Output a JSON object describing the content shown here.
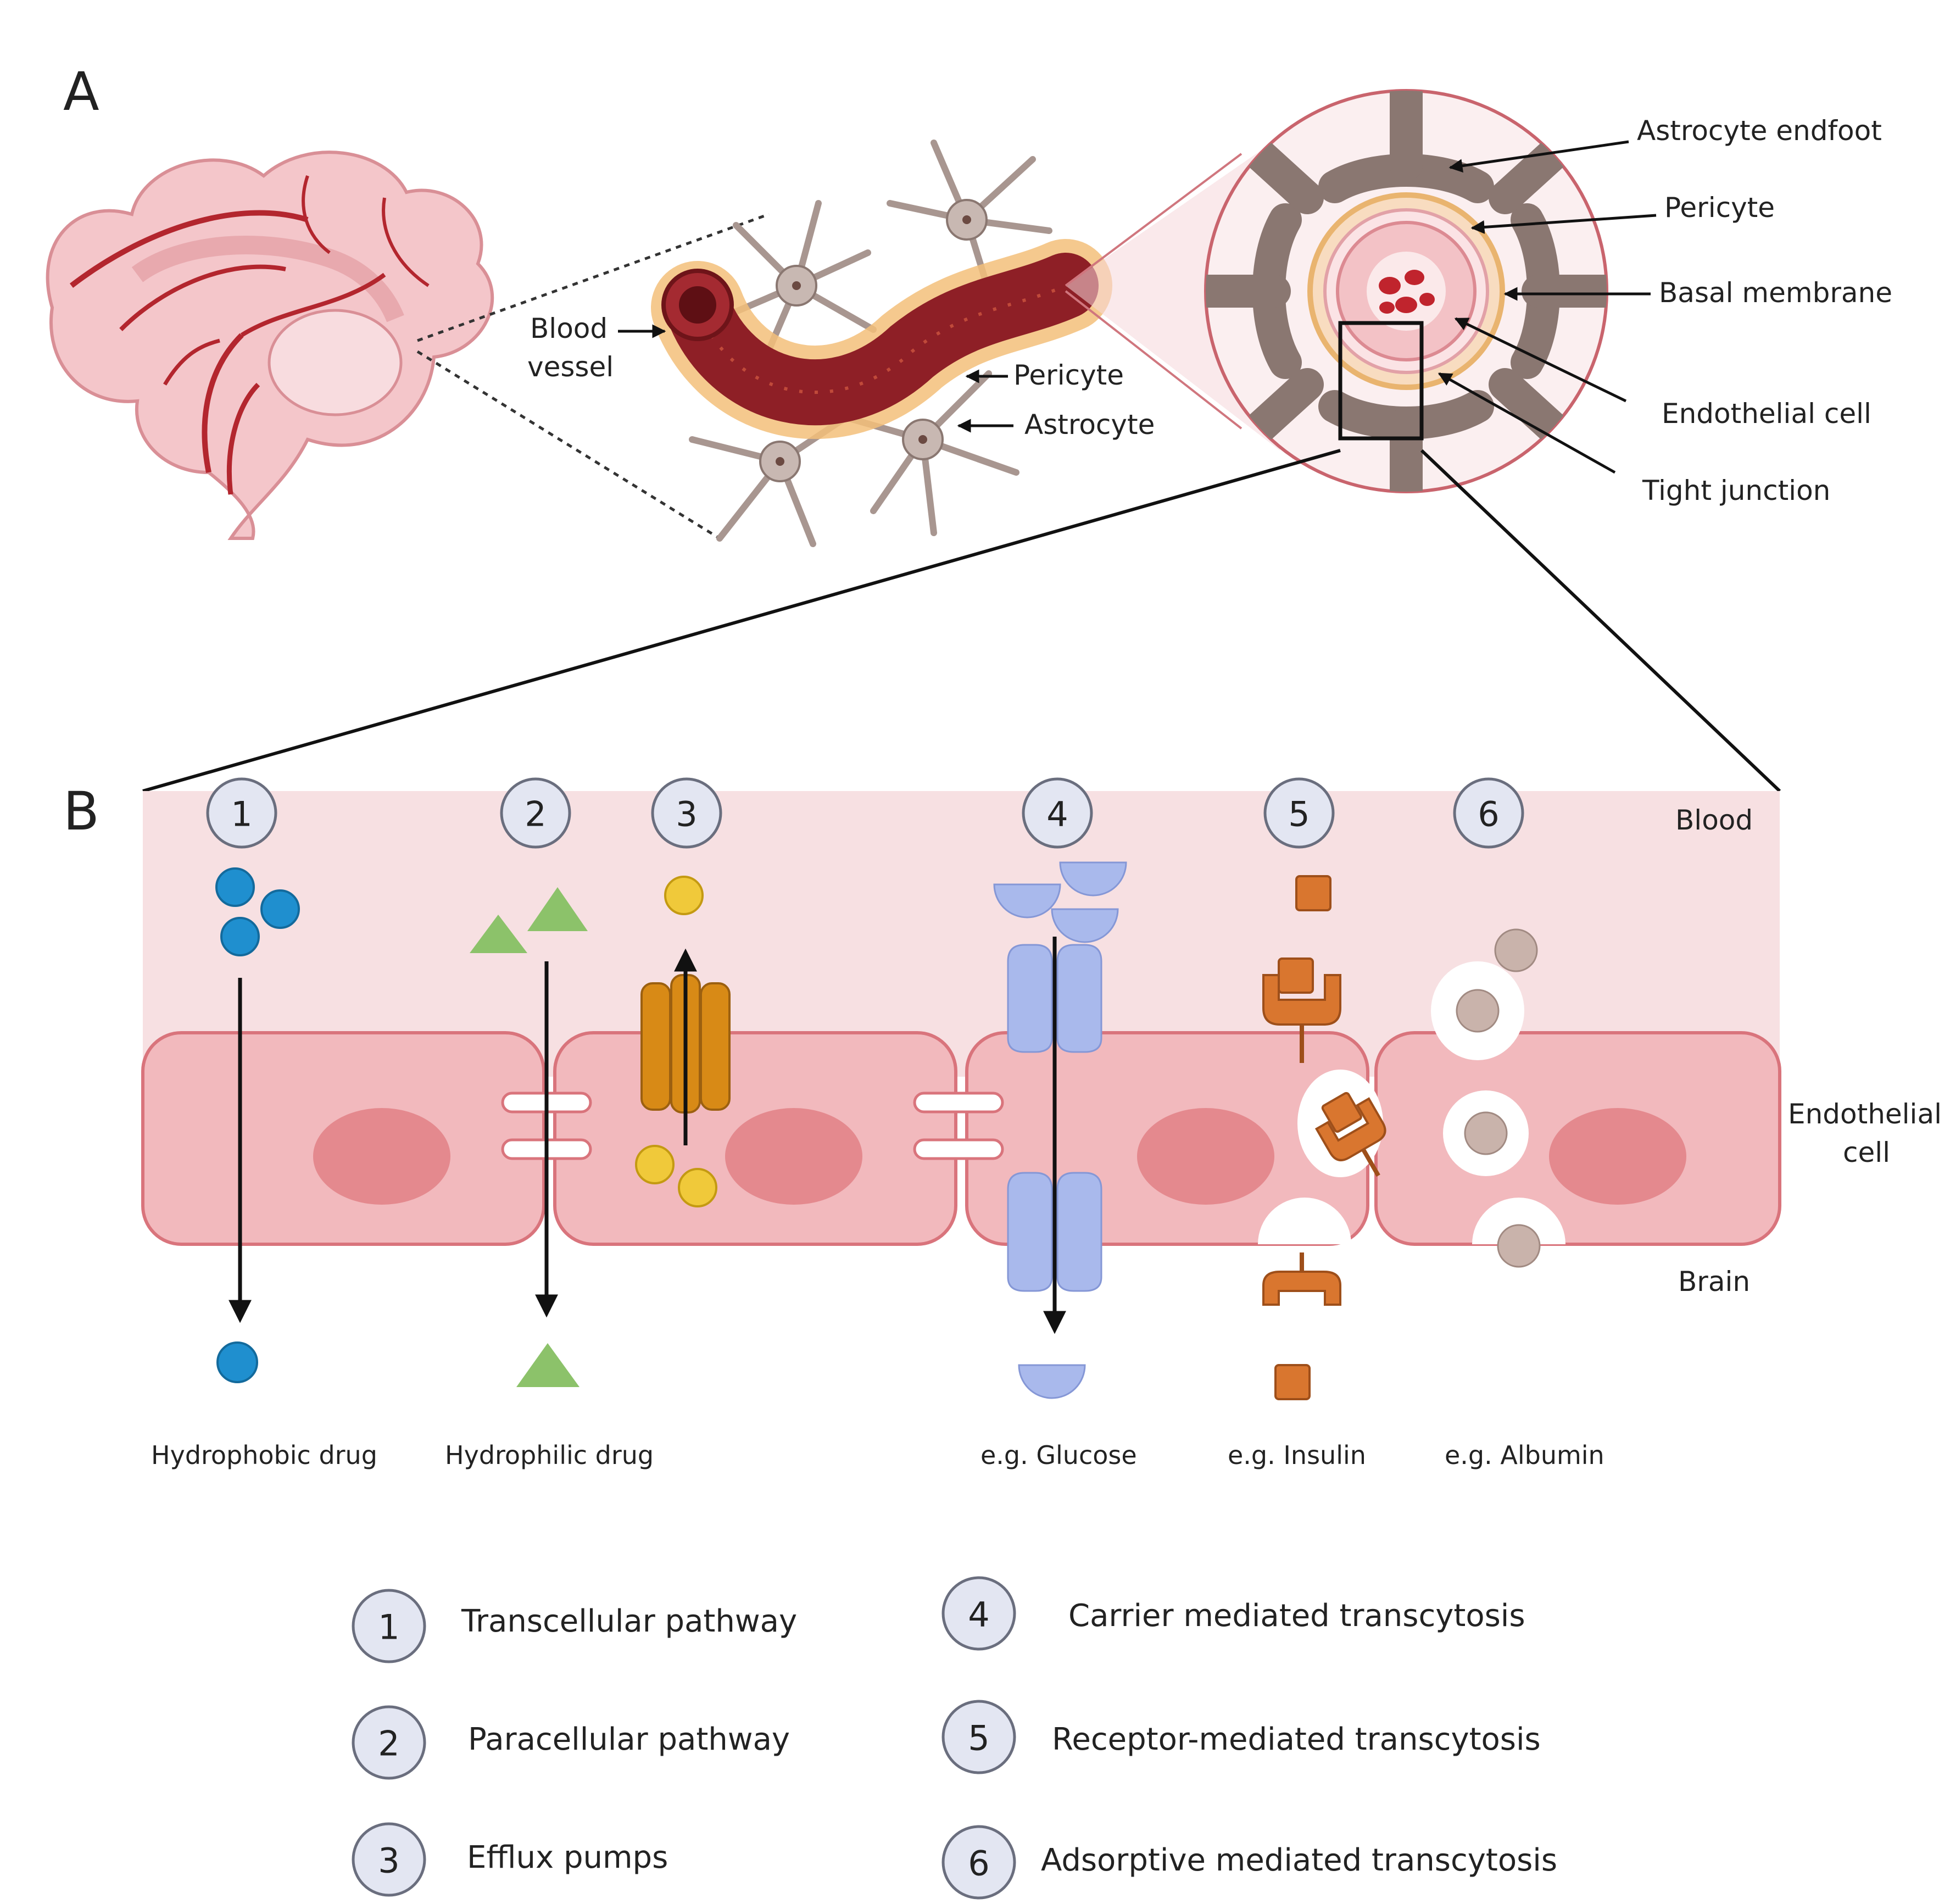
{
  "panelA": {
    "letter": "A",
    "vessel_labels": {
      "blood_vessel_1": "Blood",
      "blood_vessel_2": "vessel",
      "pericyte": "Pericyte",
      "astrocyte": "Astrocyte"
    },
    "callouts": {
      "astrocyte_endfoot": "Astrocyte endfoot",
      "pericyte": "Pericyte",
      "basal_membrane": "Basal membrane",
      "endothelial_cell": "Endothelial cell",
      "tight_junction": "Tight junction"
    }
  },
  "panelB": {
    "letter": "B",
    "numbers": [
      "1",
      "2",
      "3",
      "4",
      "5",
      "6"
    ],
    "zones": {
      "blood": "Blood",
      "endothelial_1": "Endothelial",
      "endothelial_2": "cell",
      "brain": "Brain"
    },
    "examples": {
      "hydrophobic": "Hydrophobic drug",
      "hydrophilic": "Hydrophilic drug",
      "glucose": "e.g. Glucose",
      "insulin": "e.g. Insulin",
      "albumin": "e.g. Albumin"
    }
  },
  "legend": [
    {
      "num": "1",
      "text": "Transcellular pathway"
    },
    {
      "num": "2",
      "text": "Paracellular pathway"
    },
    {
      "num": "3",
      "text": "Efflux pumps"
    },
    {
      "num": "4",
      "text": "Carrier mediated transcytosis"
    },
    {
      "num": "5",
      "text": "Receptor-mediated transcytosis"
    },
    {
      "num": "6",
      "text": "Adsorptive mediated transcytosis"
    }
  ],
  "colors": {
    "blood_bg": "#f7e0e2",
    "cell_fill": "#f2b9bd",
    "cell_stroke": "#d9747c",
    "nucleus": "#e4898e",
    "circle_fill": "#e3e6f2",
    "hydrophobic": "#1f8fcf",
    "hydrophilic": "#8cc26a",
    "efflux": "#f0c93a",
    "pump": "#d88a16",
    "glucose": "#a9b9ec",
    "insulin": "#d9762f",
    "albumin": "#c9b3ab",
    "astrocyte": "#8a7771",
    "vessel": "#8e1f26"
  }
}
